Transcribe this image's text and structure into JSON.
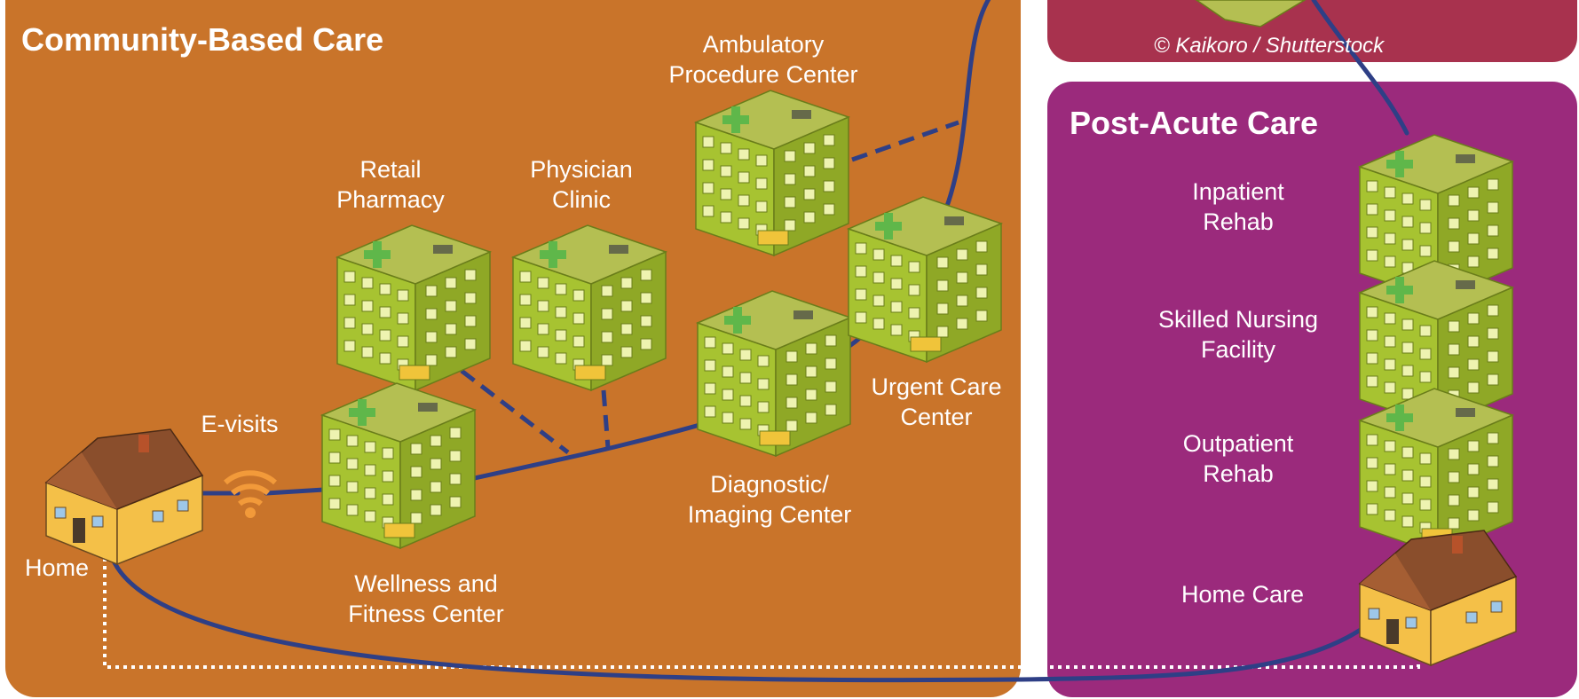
{
  "panels": {
    "community": {
      "title": "Community-Based Care",
      "color": "#c9742a"
    },
    "post_acute": {
      "title": "Post-Acute Care",
      "color": "#9b2a7c"
    },
    "acute": {
      "color": "#a8324e"
    }
  },
  "credit": "© Kaikoro / Shutterstock",
  "locations": {
    "ambulatory": "Ambulatory\nProcedure Center",
    "retail_pharmacy": "Retail\nPharmacy",
    "physician_clinic": "Physician\nClinic",
    "urgent_care": "Urgent Care\nCenter",
    "diagnostic": "Diagnostic/\nImaging Center",
    "e_visits": "E-visits",
    "home": "Home",
    "wellness": "Wellness and\nFitness Center",
    "inpatient_rehab": "Inpatient\nRehab",
    "skilled_nursing": "Skilled Nursing\nFacility",
    "outpatient_rehab": "Outpatient\nRehab",
    "home_care": "Home Care"
  },
  "colors": {
    "path": "#2e3f86",
    "building_roof": "#b4bf52",
    "building_front": "#a7c331",
    "building_side": "#8fa826",
    "house_wall": "#f4c048",
    "house_roof": "#8a4e2c",
    "signal": "#f29a3a",
    "cross": "#5fb74a"
  }
}
